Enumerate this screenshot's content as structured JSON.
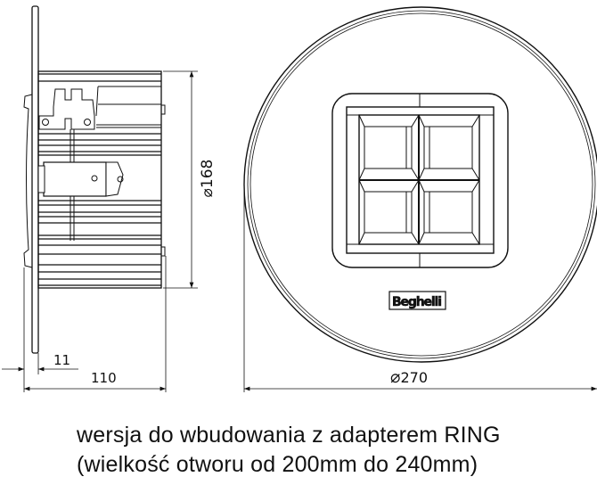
{
  "dimensions": {
    "diameter_body": "168",
    "diameter_ring": "270",
    "flange_thickness": "11",
    "depth": "110",
    "diameter_symbol": "⌀"
  },
  "logo": "Beghelli",
  "caption": {
    "line1": "wersja do wbudowania z adapterem RING",
    "line2": "(wielkość otworu od 200mm do 240mm)"
  }
}
